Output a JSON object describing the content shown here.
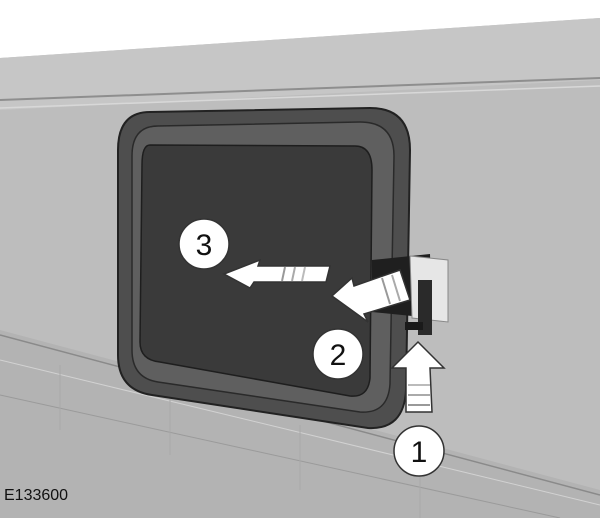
{
  "figure": {
    "steps": [
      {
        "number": "1",
        "direction": "up"
      },
      {
        "number": "2",
        "direction": "left"
      },
      {
        "number": "3",
        "direction": "left"
      }
    ],
    "caption_id": "E133600"
  }
}
